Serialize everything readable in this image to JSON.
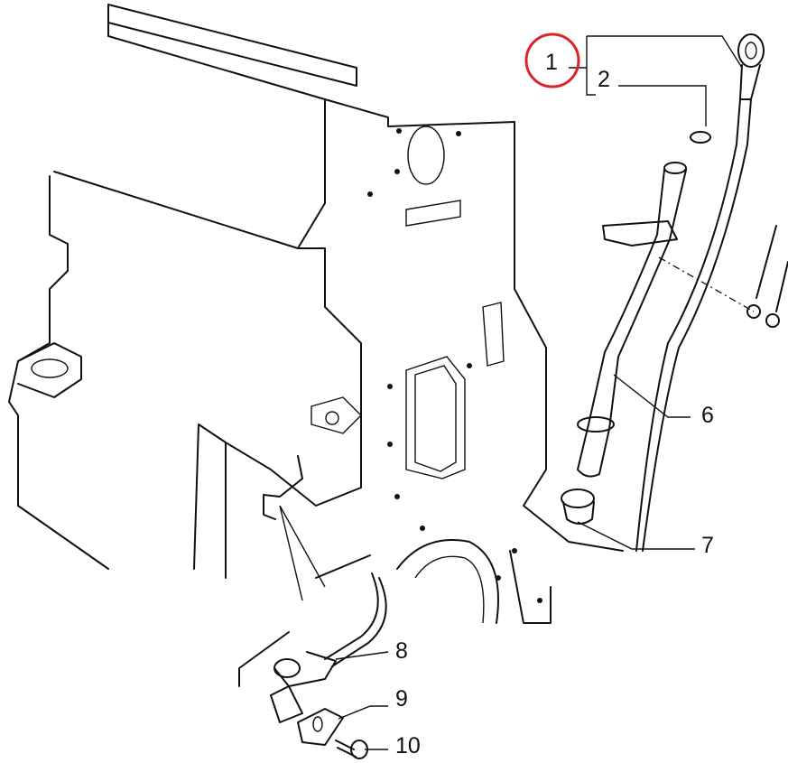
{
  "diagram": {
    "highlight_color": "#d9262b",
    "callouts": [
      {
        "id": "1",
        "label": "1",
        "highlighted": true
      },
      {
        "id": "2",
        "label": "2"
      },
      {
        "id": "6",
        "label": "6"
      },
      {
        "id": "7",
        "label": "7"
      },
      {
        "id": "8",
        "label": "8"
      },
      {
        "id": "9",
        "label": "9"
      },
      {
        "id": "10",
        "label": "10"
      }
    ]
  }
}
